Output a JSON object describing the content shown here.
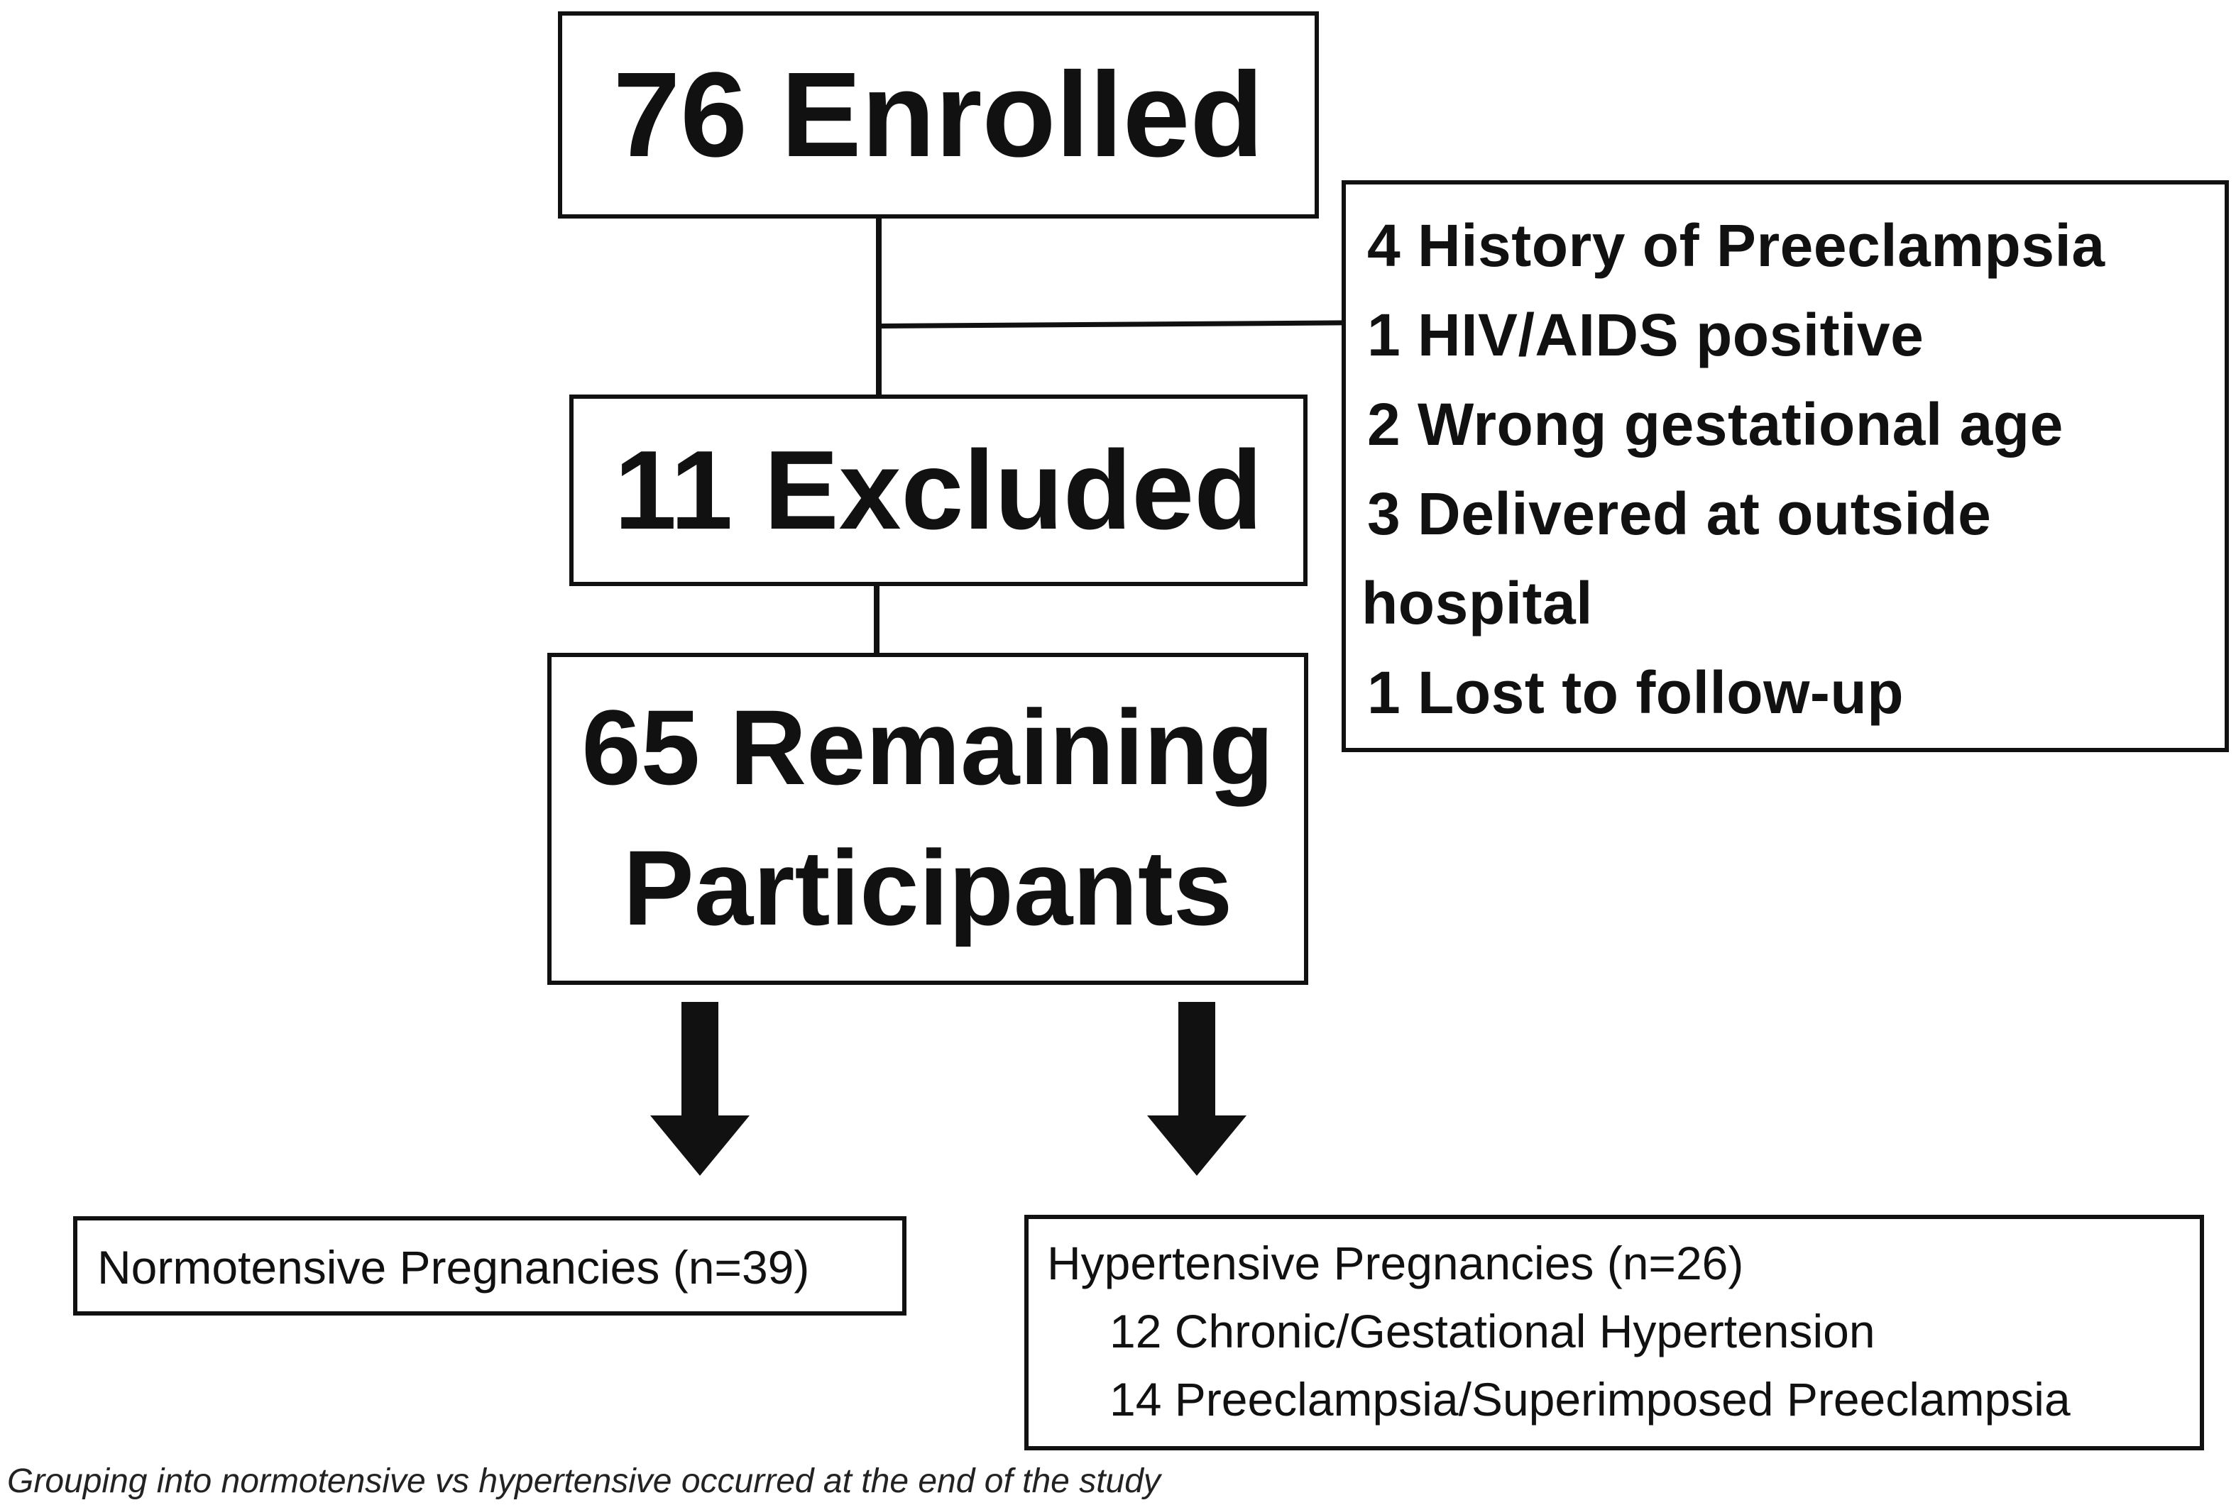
{
  "enrolled": {
    "text": "76 Enrolled"
  },
  "excluded": {
    "text": "11 Excluded"
  },
  "remaining": {
    "line1": "65 Remaining",
    "line2": "Participants"
  },
  "exclusion_reasons": {
    "items": [
      " 4 History of Preeclampsia",
      " 1 HIV/AIDS positive",
      " 2 Wrong gestational age",
      " 3 Delivered at outside",
      "hospital",
      " 1 Lost to follow-up"
    ]
  },
  "normotensive": {
    "text": "Normotensive Pregnancies (n=39)"
  },
  "hypertensive": {
    "title": "Hypertensive Pregnancies (n=26)",
    "sub1": "12 Chronic/Gestational Hypertension",
    "sub2": "14 Preeclampsia/Superimposed Preeclampsia"
  },
  "footnote": "Grouping into normotensive vs hypertensive occurred at the end of the study"
}
